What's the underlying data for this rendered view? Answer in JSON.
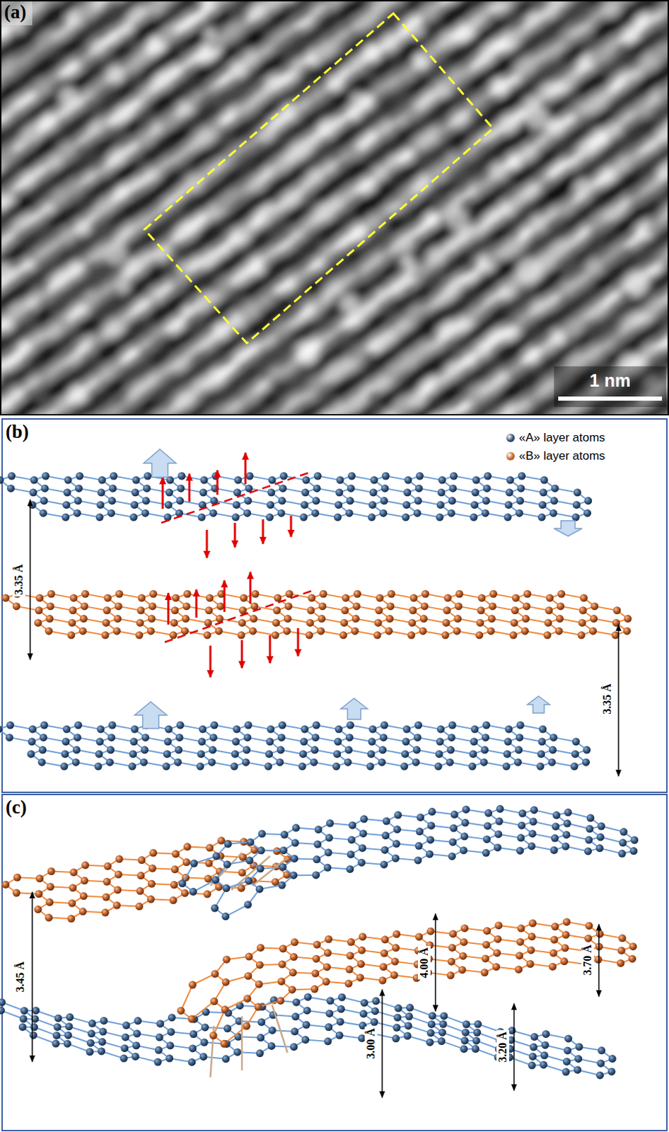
{
  "diagram": {
    "labels": [
      "(a)",
      "1 nm",
      "(b)",
      "3.35 Å",
      "3.35 Å",
      "(c)",
      "3.45 Å",
      "4.00 Å",
      "3.70 Å",
      "3.00 Å",
      "3.20 Å"
    ],
    "legend": [
      {
        "text": "«A» layer atoms",
        "color": "#2e4a6b"
      },
      {
        "text": "«B» layer atoms",
        "color": "#c0612a"
      }
    ]
  }
}
